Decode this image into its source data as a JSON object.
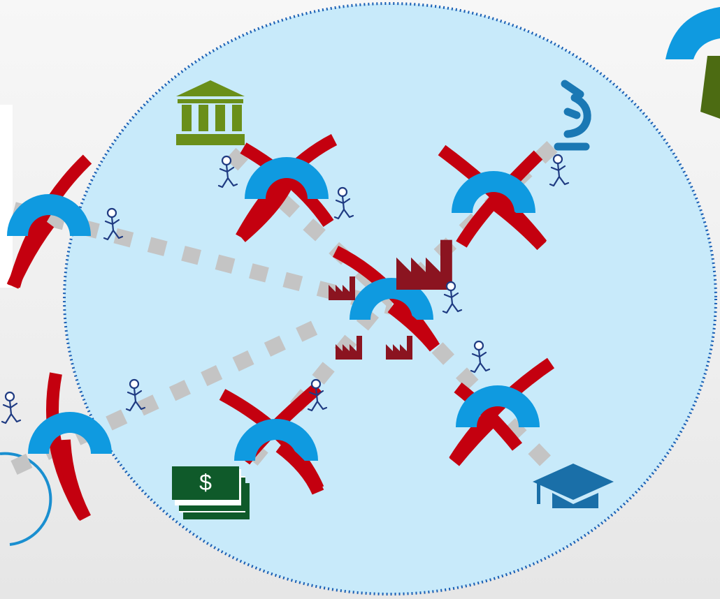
{
  "figure": {
    "description_free": true,
    "palette": {
      "background": "#efefef",
      "ecosystem_fill": "#c8eafa",
      "ecosystem_border": "#1a5fb4",
      "bridge_arc": "#0f9ae0",
      "link_strand": "#c4000f",
      "path_dots": "#c4c4c4",
      "factory": "#8b1420",
      "government": "#6a8f1a",
      "microscope": "#1a78b4",
      "money": "#0f5a2a",
      "graduation": "#1a6fa8",
      "walker": "#1f3b82",
      "corner_hook_blue": "#0f9ae0",
      "corner_hook_green": "#4c6b12"
    },
    "hub": {
      "icon": "factory-icon",
      "dollar_sign": "$"
    },
    "nodes": [
      {
        "id": "government",
        "icon": "government-building-icon"
      },
      {
        "id": "research",
        "icon": "microscope-icon"
      },
      {
        "id": "finance",
        "icon": "money-stack-icon",
        "text": "$"
      },
      {
        "id": "education",
        "icon": "graduation-cap-icon"
      },
      {
        "id": "external-left",
        "icon": "none"
      },
      {
        "id": "external-bottom-left",
        "icon": "none"
      }
    ]
  }
}
